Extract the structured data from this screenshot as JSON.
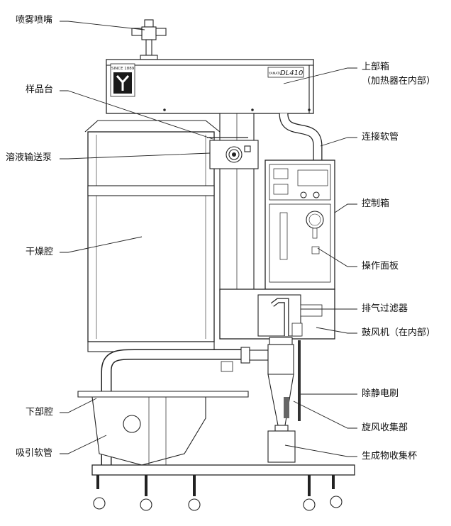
{
  "machine": {
    "brand_since": "SINCE 1889",
    "model": "DL410",
    "model_prefix": "YAMATO"
  },
  "labels": {
    "nozzle": "喷雾喷嘴",
    "sample_stage": "样品台",
    "pump": "溶液输送泵",
    "drying_chamber": "干燥腔",
    "lower_chamber": "下部腔",
    "suction_hose": "吸引软管",
    "upper_box": "上部箱",
    "upper_box_note": "（加热器在内部）",
    "connecting_hose": "连接软管",
    "control_box": "控制箱",
    "operation_panel": "操作面板",
    "exhaust_filter": "排气过滤器",
    "blower": "鼓风机（在内部）",
    "static_brush": "除静电刷",
    "cyclone": "旋风收集部",
    "collection_cup": "生成物收集杯"
  }
}
